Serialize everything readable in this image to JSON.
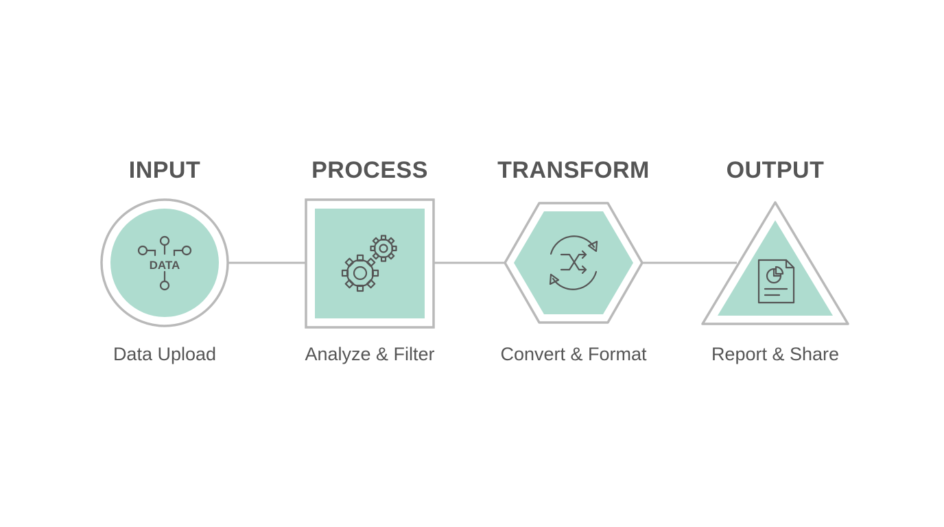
{
  "colors": {
    "background": "#ffffff",
    "fill": "#aedccf",
    "outline": "#b9b9b9",
    "icon_stroke": "#555555",
    "text": "#555555"
  },
  "stages": [
    {
      "title": "INPUT",
      "caption": "Data Upload",
      "shape": "circle",
      "icon": "data-network-icon",
      "icon_text": "DATA"
    },
    {
      "title": "PROCESS",
      "caption": "Analyze & Filter",
      "shape": "square",
      "icon": "gears-icon"
    },
    {
      "title": "TRANSFORM",
      "caption": "Convert & Format",
      "shape": "hexagon",
      "icon": "shuffle-cycle-icon"
    },
    {
      "title": "OUTPUT",
      "caption": "Report & Share",
      "shape": "triangle",
      "icon": "pie-chart-document-icon"
    }
  ]
}
